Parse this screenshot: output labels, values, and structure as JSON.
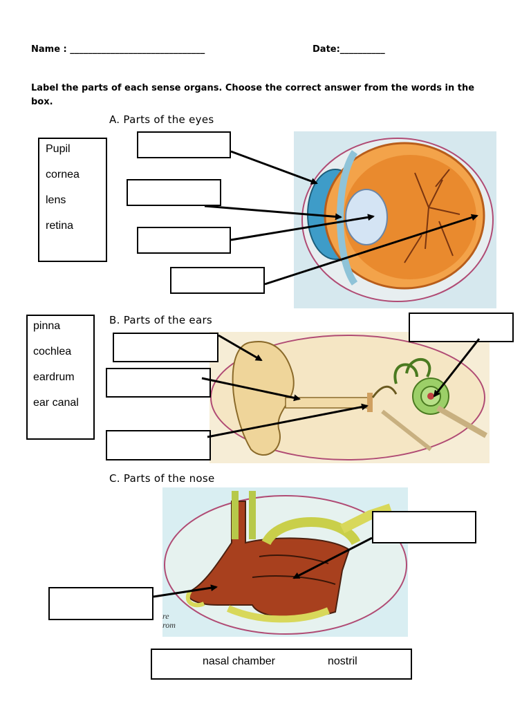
{
  "header": {
    "name_label": "Name : ______________________________",
    "date_label": "Date:__________"
  },
  "instructions": "Label the parts of each sense organs. Choose the correct answer from the words in the box.",
  "sections": {
    "eyes": {
      "title": "A.  Parts of the eyes",
      "words": [
        "Pupil",
        "cornea",
        "lens",
        "retina"
      ]
    },
    "ears": {
      "title": "B.  Parts of the ears",
      "words": [
        "pinna",
        "cochlea",
        "eardrum",
        "ear canal"
      ]
    },
    "nose": {
      "title": "C.  Parts of the nose",
      "words": [
        "nasal chamber",
        "nostril"
      ]
    }
  },
  "nose_image_text": "re\nrom",
  "colors": {
    "ink": "#000000",
    "eye_orange": "#e98a2e",
    "ear_tan": "#efd59a",
    "nose_red": "#a8401e",
    "oval": "#b04b74"
  }
}
